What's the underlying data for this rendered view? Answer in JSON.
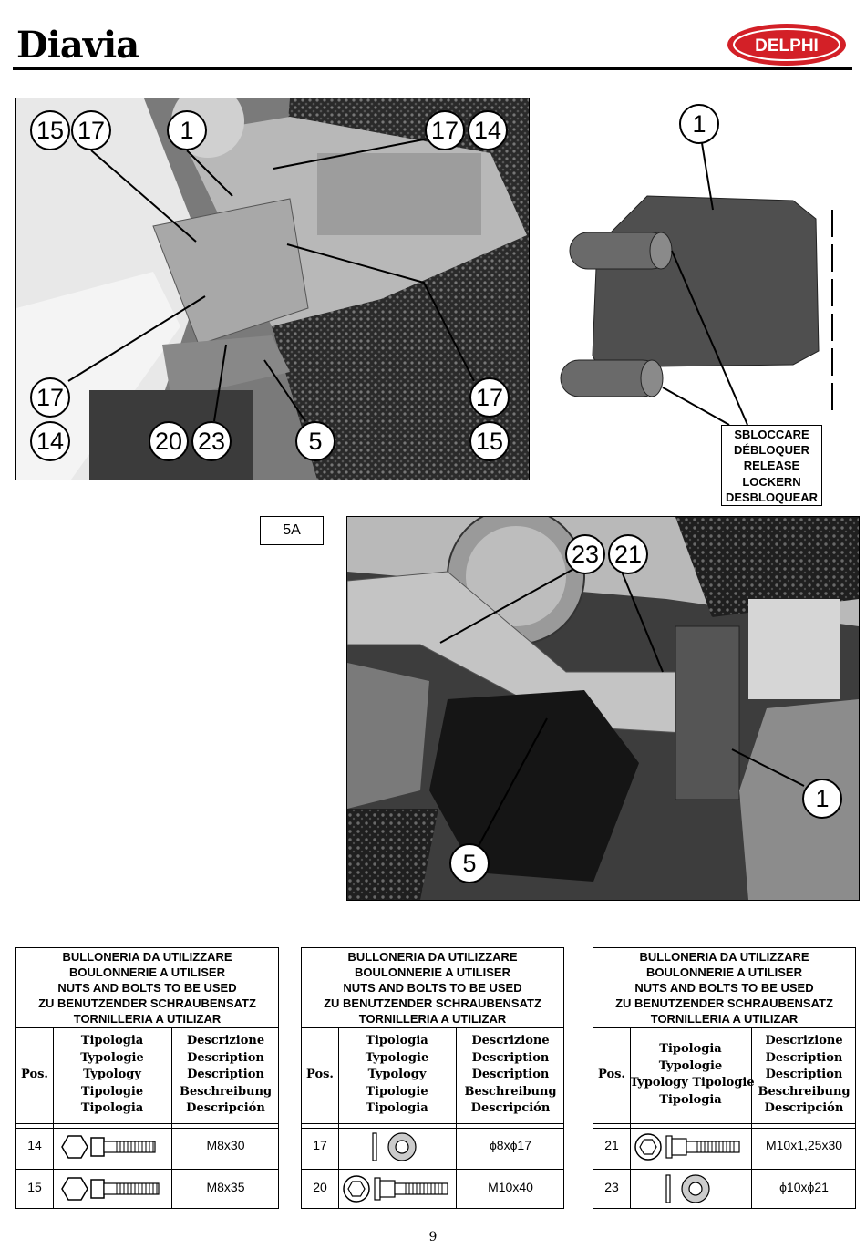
{
  "header": {
    "brand": "Diavia",
    "logo_text": "DELPHI"
  },
  "figure1": {
    "callouts": [
      "15",
      "17",
      "1",
      "17",
      "14",
      "17",
      "17",
      "14",
      "20",
      "23",
      "5",
      "15"
    ]
  },
  "figure2": {
    "callouts": [
      "1"
    ],
    "release_label": [
      "SBLOCCARE",
      "DÉBLOQUER",
      "RELEASE",
      "LOCKERN",
      "DESBLOQUEAR"
    ]
  },
  "figure3": {
    "tag": "5A",
    "callouts": [
      "23",
      "21",
      "1",
      "5"
    ]
  },
  "tables": [
    {
      "heading": [
        "BULLONERIA DA UTILIZZARE",
        "BOULONNERIE A UTILISER",
        "NUTS AND BOLTS TO BE USED",
        "ZU BENUTZENDER SCHRAUBENSATZ",
        "TORNILLERIA A UTILIZAR"
      ],
      "col_pos": "Pos.",
      "col_type": [
        "Tipologia",
        "Typologie",
        "Typology",
        "Tipologie",
        "Tipologia"
      ],
      "col_desc": [
        "Descrizione",
        "Description",
        "Description",
        "Beschreibung",
        "Descripción"
      ],
      "rows": [
        {
          "pos": "14",
          "icon": "bolt-icon",
          "desc": "M8x30"
        },
        {
          "pos": "15",
          "icon": "bolt-icon",
          "desc": "M8x35"
        }
      ]
    },
    {
      "heading": [
        "BULLONERIA DA UTILIZZARE",
        "BOULONNERIE A UTILISER",
        "NUTS AND BOLTS TO BE USED",
        "ZU BENUTZENDER SCHRAUBENSATZ",
        "TORNILLERIA A UTILIZAR"
      ],
      "col_pos": "Pos.",
      "col_type": [
        "Tipologia",
        "Typologie",
        "Typology",
        "Tipologie",
        "Tipologia"
      ],
      "col_desc": [
        "Descrizione",
        "Description",
        "Description",
        "Beschreibung",
        "Descripción"
      ],
      "rows": [
        {
          "pos": "17",
          "icon": "washer-icon",
          "desc": "ϕ8xϕ17"
        },
        {
          "pos": "20",
          "icon": "flange-bolt-icon",
          "desc": "M10x40"
        }
      ]
    },
    {
      "heading": [
        "BULLONERIA DA UTILIZZARE",
        "BOULONNERIE A UTILISER",
        "NUTS AND BOLTS TO BE USED",
        "ZU BENUTZENDER SCHRAUBENSATZ",
        "TORNILLERIA A UTILIZAR"
      ],
      "col_pos": "Pos.",
      "col_type": [
        "Tipologia",
        "Typologie",
        "Typology Tipologie",
        "Tipologia"
      ],
      "col_desc": [
        "Descrizione",
        "Description",
        "Description",
        "Beschreibung",
        "Descripción"
      ],
      "rows": [
        {
          "pos": "21",
          "icon": "flange-bolt-icon",
          "desc": "M10x1,25x30"
        },
        {
          "pos": "23",
          "icon": "washer-icon",
          "desc": "ϕ10xϕ21"
        }
      ]
    }
  ],
  "page_number": "9"
}
